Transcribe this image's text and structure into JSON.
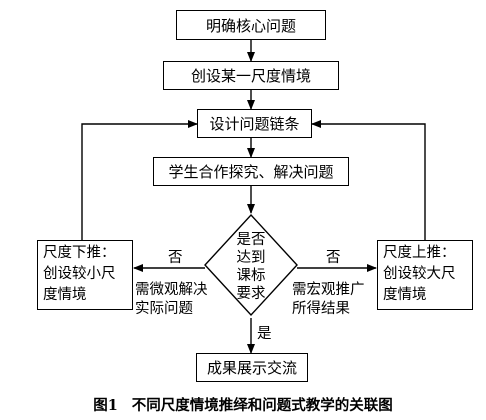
{
  "boxes": {
    "core_problem": "明确核心问题",
    "create_scale": "创设某一尺度情境",
    "design_chain": "设计问题链条",
    "cooperate": "学生合作探究、解决问题",
    "showcase": "成果展示交流"
  },
  "decision": {
    "lines": [
      "是否",
      "达到",
      "课标",
      "要求"
    ],
    "yes_label": "是",
    "no_left_label": "否",
    "no_right_label": "否",
    "left_note_lines": [
      "需微观解决",
      "实际问题"
    ],
    "right_note_lines": [
      "需宏观推广",
      "所得结果"
    ]
  },
  "side_boxes": {
    "left_lines": [
      "尺度下推：",
      "创设较小尺",
      "度情境"
    ],
    "right_lines": [
      "尺度上推：",
      "创设较大尺",
      "度情境"
    ]
  },
  "caption": {
    "number": "图1",
    "text": "不同尺度情境推绎和问题式教学的关联图"
  }
}
